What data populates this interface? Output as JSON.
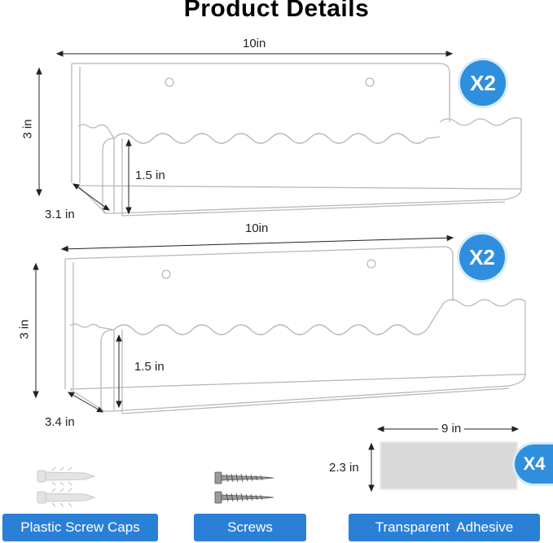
{
  "title": "Product Details",
  "shelf_top": {
    "width_label": "10in",
    "height_label": "3 in",
    "lip_label": "1.5 in",
    "depth_label": "3.1 in",
    "qty_badge": "X2"
  },
  "shelf_bottom": {
    "width_label": "10in",
    "height_label": "3 in",
    "lip_label": "1.5 in",
    "depth_label": "3.4 in",
    "qty_badge": "X2"
  },
  "adhesive": {
    "width_label": "9 in",
    "height_label": "2.3 in",
    "qty_badge": "X4"
  },
  "accessories": [
    {
      "label": "Plastic Screw Caps",
      "icon": "wall-anchor-icon"
    },
    {
      "label": "Screws",
      "icon": "screw-icon"
    },
    {
      "label": "Transparent  Adhesive",
      "icon": "adhesive-pad-icon"
    }
  ],
  "colors": {
    "badge": "#2f8fde",
    "label_bg": "#2a7fd6",
    "pad": "#d9d9d9"
  }
}
